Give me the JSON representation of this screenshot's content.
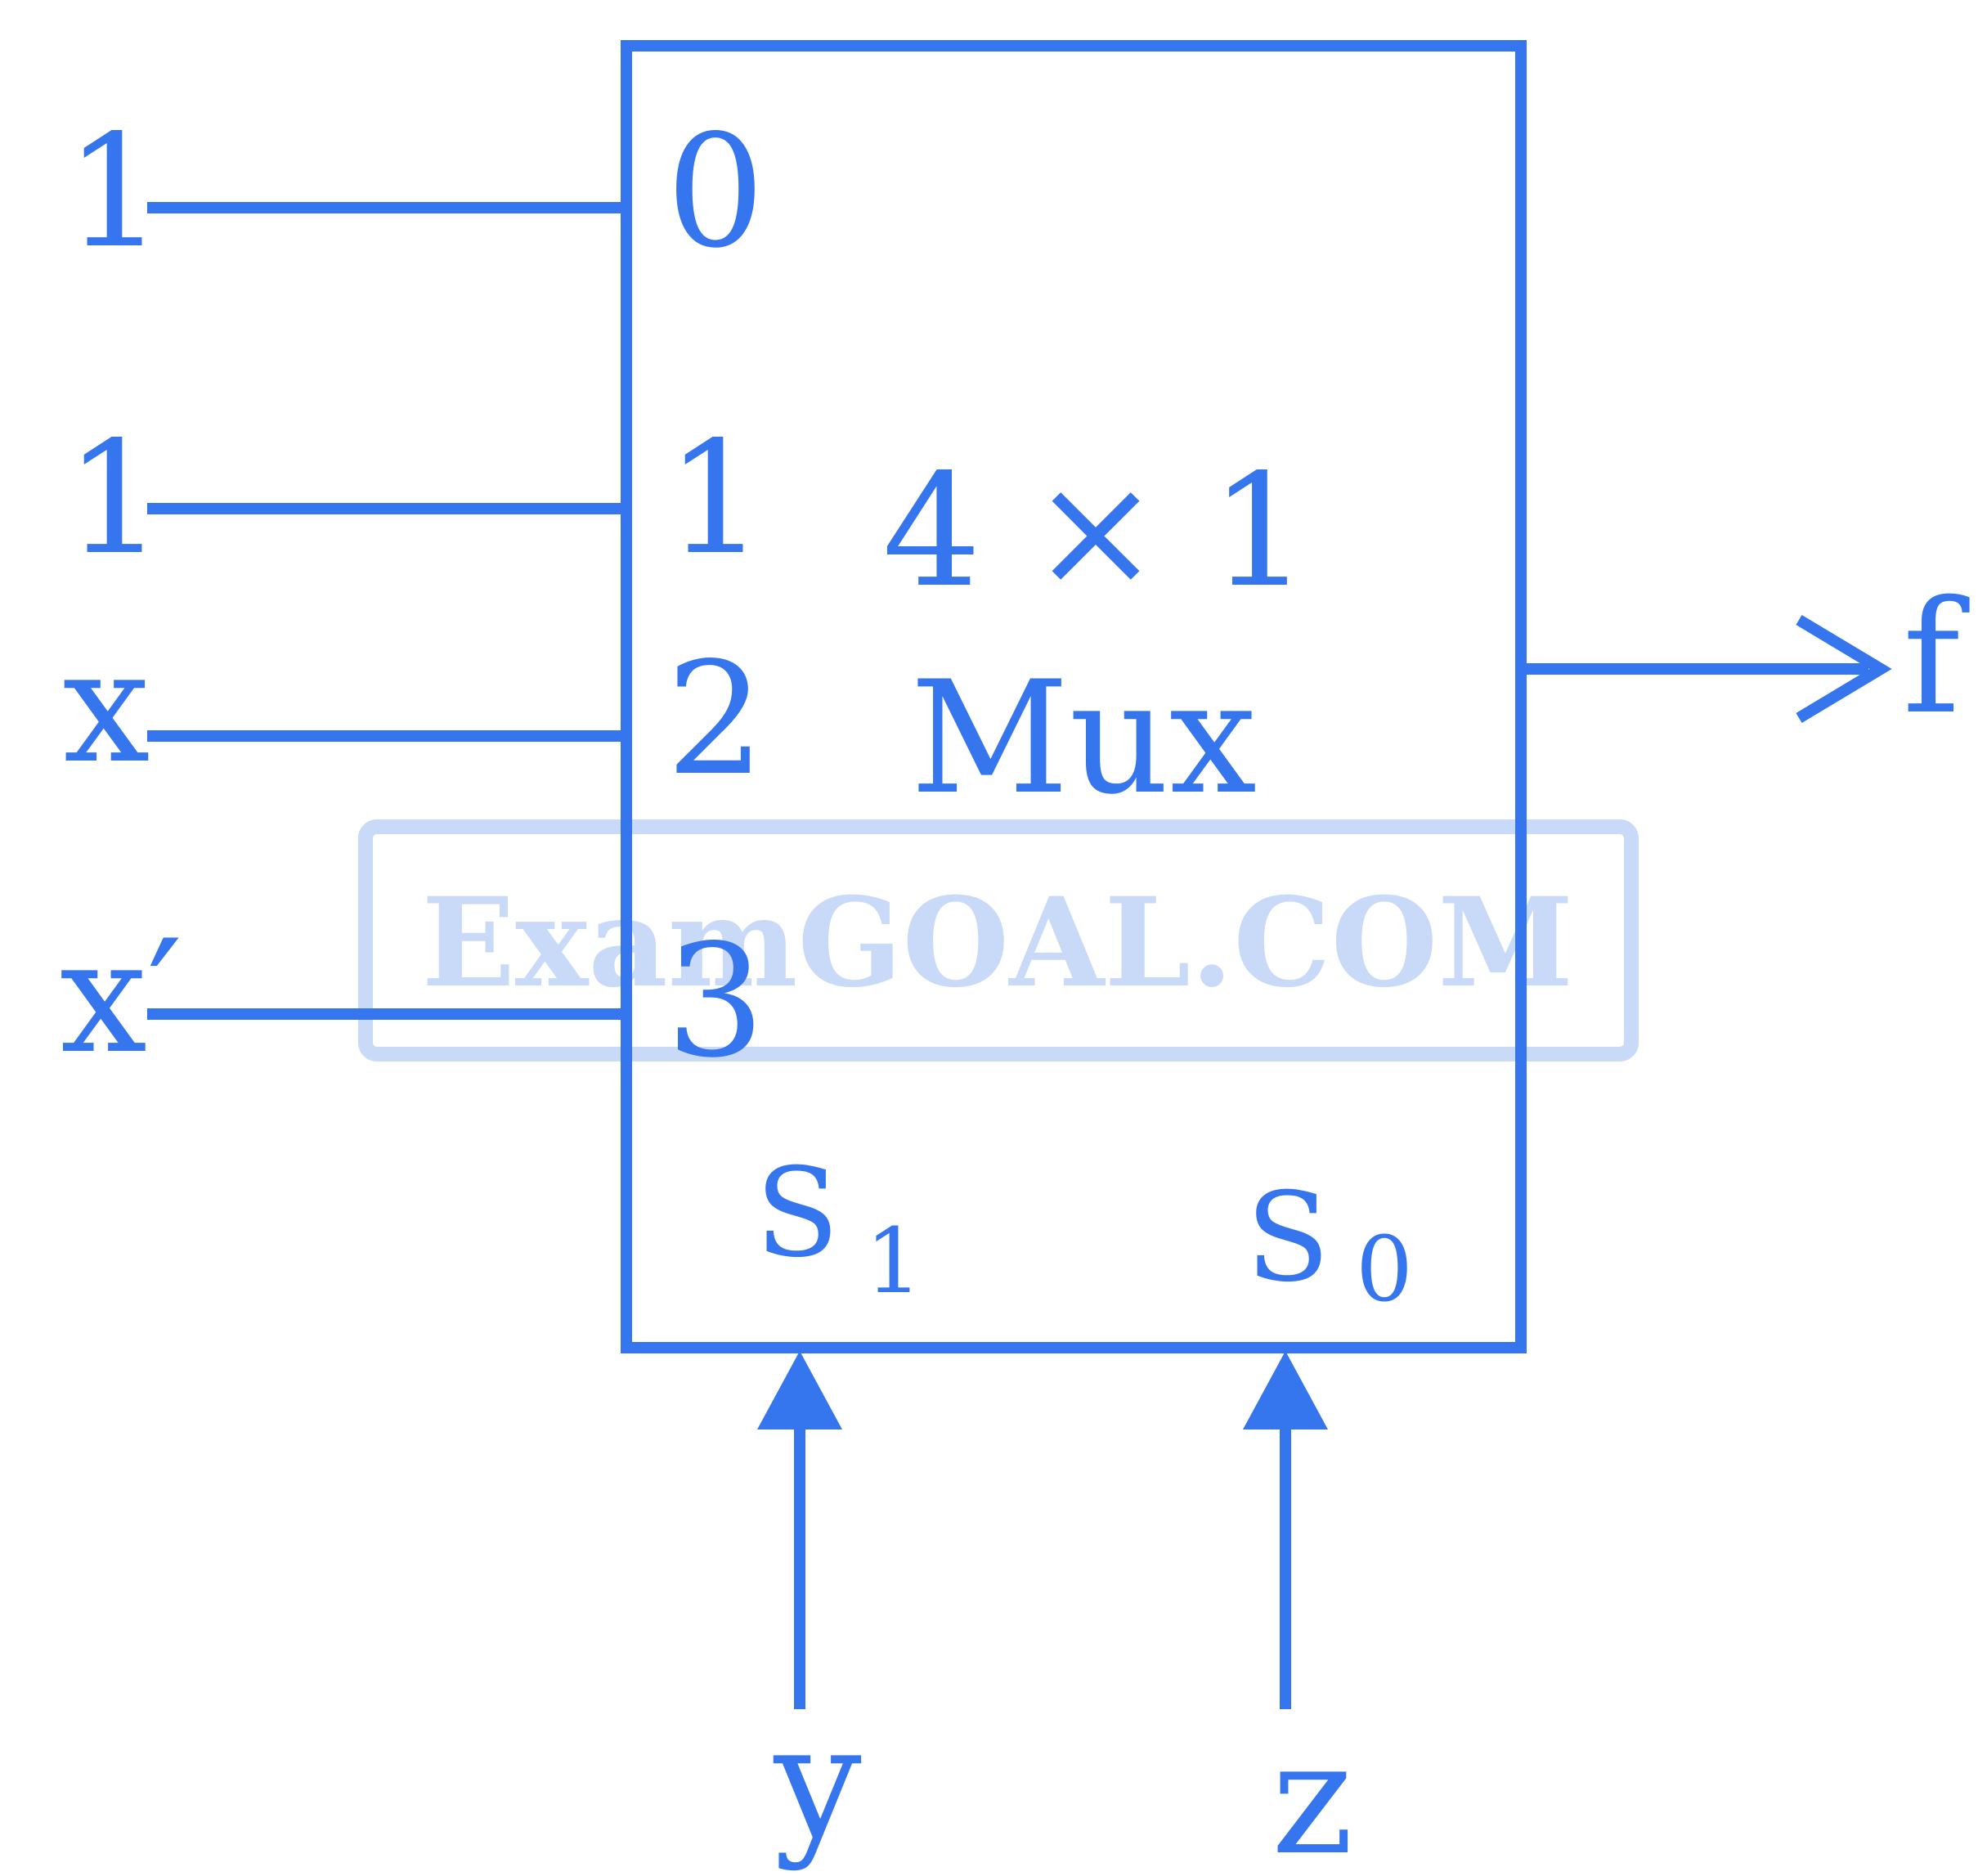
{
  "colors": {
    "stroke": "#3575EE",
    "watermark": "#C9DAF8"
  },
  "inputs": [
    {
      "line_label": "1",
      "pin_label": "0"
    },
    {
      "line_label": "1",
      "pin_label": "1"
    },
    {
      "line_label": "x",
      "pin_label": "2"
    },
    {
      "line_label": "x′",
      "pin_label": "3"
    }
  ],
  "mux": {
    "size_label": "4 × 1",
    "name_label": "Mux"
  },
  "output": {
    "label": "f"
  },
  "selects": [
    {
      "pin_letter": "S",
      "pin_sub": "1",
      "signal": "y"
    },
    {
      "pin_letter": "S",
      "pin_sub": "0",
      "signal": "z"
    }
  ],
  "watermark": {
    "text": "ExamGOAL.COM"
  }
}
